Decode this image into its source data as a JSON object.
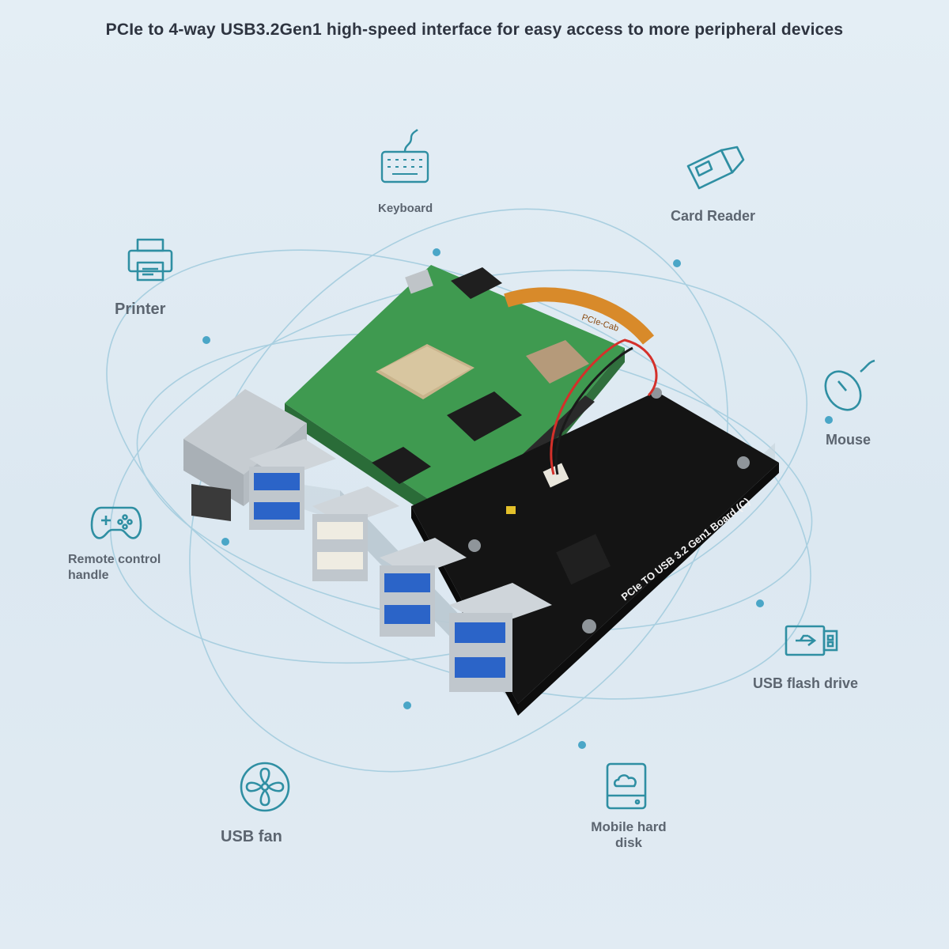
{
  "headline": "PCIe to 4-way USB3.2Gen1 high-speed interface for easy access to more peripheral devices",
  "peripherals": {
    "keyboard": "Keyboard",
    "card_reader": "Card Reader",
    "printer": "Printer",
    "mouse": "Mouse",
    "remote_control": "Remote control handle",
    "usb_flash_drive": "USB flash drive",
    "usb_fan": "USB fan",
    "mobile_hard_disk": "Mobile hard disk"
  },
  "board": {
    "label": "PCIe TO USB 3.2 Gen1 Board (C)",
    "cable_label": "PCIe-Cab"
  },
  "colors": {
    "accent": "#2f8fa3",
    "orbit": "#a7cfe0",
    "pcb_black": "#141414",
    "pcb_green": "#3f9a50",
    "usb_blue": "#2b64c8"
  }
}
